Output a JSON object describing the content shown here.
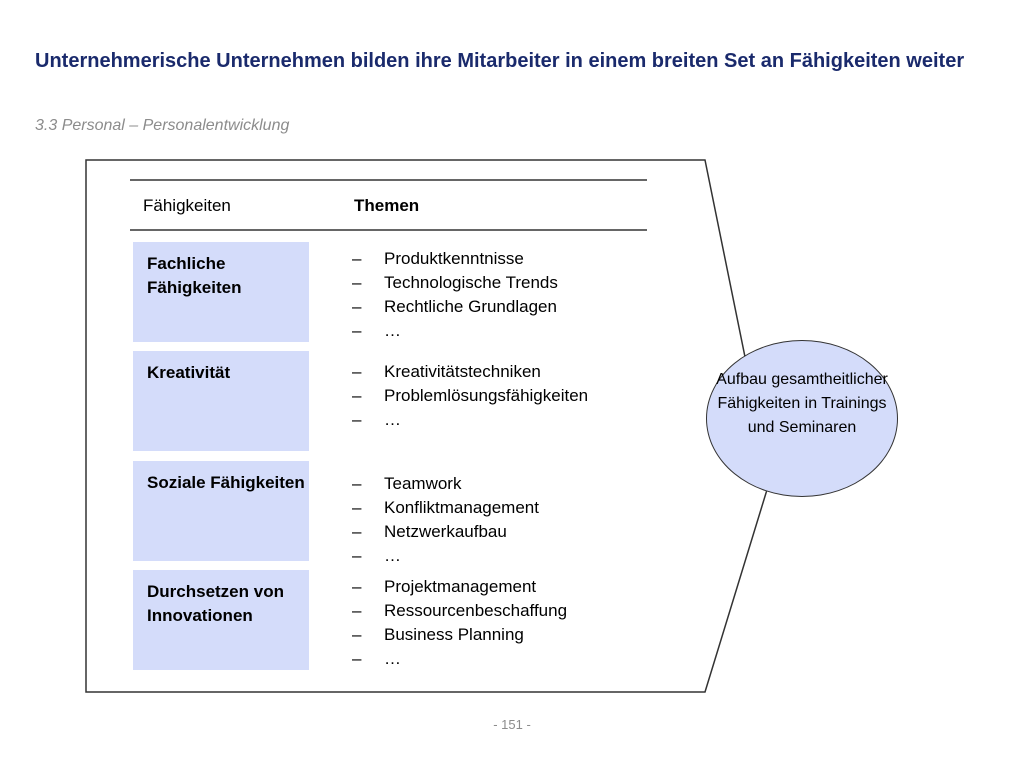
{
  "slide": {
    "title": "Unternehmerische Unternehmen bilden ihre Mitarbeiter in einem breiten Set an Fähigkeiten weiter",
    "subtitle": "3.3 Personal – Personalentwicklung",
    "page_number": "- 151 -"
  },
  "table": {
    "header_skills": "Fähigkeiten",
    "header_topics": "Themen",
    "rows": [
      {
        "skill": "Fachliche Fähigkeiten",
        "topics": [
          "Produktkenntnisse",
          "Technologische Trends",
          "Rechtliche Grundlagen",
          "…"
        ]
      },
      {
        "skill": "Kreativität",
        "topics": [
          "Kreativitätstechniken",
          "Problemlösungsfähigkeiten",
          "…"
        ]
      },
      {
        "skill": "Soziale Fähigkeiten",
        "topics": [
          "Teamwork",
          "Konfliktmanagement",
          "Netzwerkaufbau",
          "…"
        ]
      },
      {
        "skill": "Durchsetzen von Innovationen",
        "topics": [
          "Projektmanagement",
          "Ressourcenbeschaffung",
          "Business Planning",
          "…"
        ]
      }
    ],
    "bullet": "–"
  },
  "result": {
    "text": "Aufbau gesamtheitlicher Fähigkeiten in Trainings und Seminaren"
  },
  "colors": {
    "title": "#1a2a6c",
    "box_fill": "#d4dcfa",
    "subtitle": "#8c8c8c"
  }
}
